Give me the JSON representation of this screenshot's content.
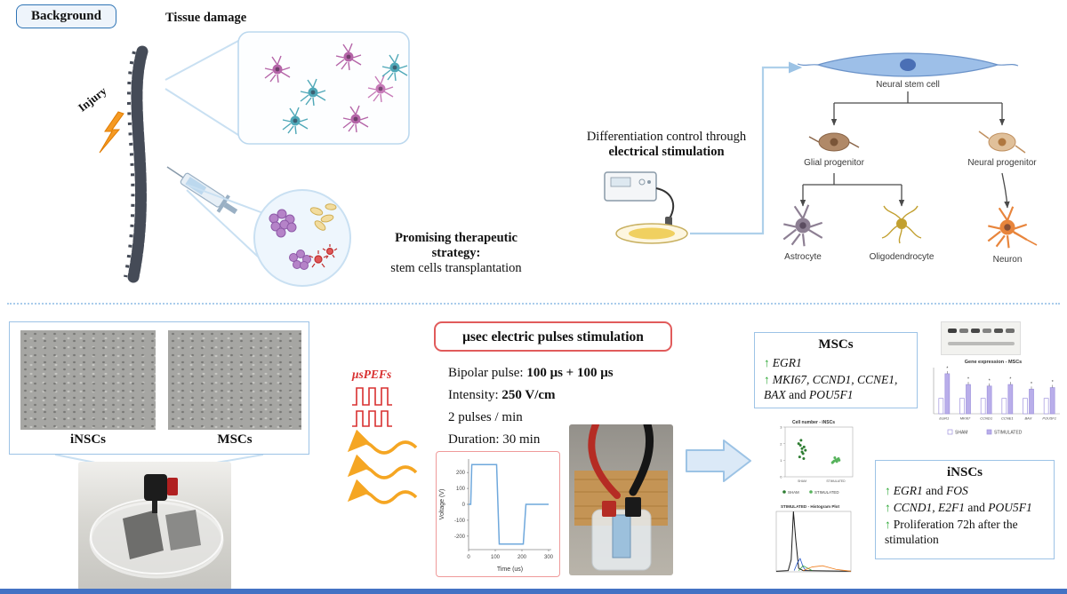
{
  "colors": {
    "panel_blue": "#9dc3e6",
    "accent_red": "#e15b5b",
    "pefs_red": "#d83030",
    "wave_orange": "#f5a623",
    "up_green": "#2ea836",
    "bottom_bar_blue": "#4472c4"
  },
  "background": {
    "badge": "Background",
    "tissue_damage_label": "Tissue damage",
    "injury_label": "Injury",
    "strategy_line1": "Promising therapeutic strategy:",
    "strategy_line2": "stem cells transplantation",
    "diff_line1": "Differentiation control through",
    "diff_line2": "electrical stimulation",
    "lineage": {
      "root": "Neural stem cell",
      "glial": "Glial progenitor",
      "neural": "Neural progenitor",
      "astrocyte": "Astrocyte",
      "oligodendrocyte": "Oligodendrocyte",
      "neuron": "Neuron"
    }
  },
  "cells_panel": {
    "insc_label": "iNSCs",
    "msc_label": "MSCs"
  },
  "stimulation": {
    "title": "μsec electric pulses stimulation",
    "pefs_label": "μsPEFs",
    "param1_label": "Bipolar pulse: ",
    "param1_value": "100 μs + 100 μs",
    "param2_label": "Intensity: ",
    "param2_value": "250 V/cm",
    "param3": "2 pulses / min",
    "param4": "Duration: 30 min"
  },
  "results": {
    "mscs": {
      "title": "MSCs",
      "line1_arrow": "↑",
      "line1_genes": "EGR1",
      "line2_arrow": "↑",
      "line2_genes_a": "MKI67, CCND1, CCNE1, BAX",
      "line2_and": " and ",
      "line2_genes_b": "POU5F1"
    },
    "inscs": {
      "title": "iNSCs",
      "line1_arrow": "↑",
      "line1_a": "EGR1",
      "line1_and": " and ",
      "line1_b": "FOS",
      "line2_arrow": "↑",
      "line2_a": "CCND1, E2F1",
      "line2_and": " and ",
      "line2_b": "POU5F1",
      "line3_arrow": "↑",
      "line3_text": "Proliferation 72h after the stimulation"
    }
  },
  "chart_data": [
    {
      "id": "pulse_waveform",
      "type": "line",
      "title": "",
      "xlabel": "Time (us)",
      "ylabel": "Voltage (V)",
      "x": [
        0,
        8,
        12,
        105,
        115,
        205,
        215,
        300
      ],
      "y": [
        0,
        0,
        250,
        250,
        -250,
        -250,
        0,
        0
      ],
      "xticks": [
        0,
        100,
        200,
        300
      ],
      "yticks": [
        -200,
        -100,
        0,
        100,
        200
      ],
      "xlim": [
        0,
        310
      ],
      "ylim": [
        -285,
        285
      ],
      "line_color": "#6fa8dc"
    },
    {
      "id": "gene_expression_mscs",
      "type": "bar",
      "title": "Gene expression - MSCs",
      "categories": [
        "EGR1",
        "MKI67",
        "CCND1",
        "CCNE1",
        "BAX",
        "POU5F1"
      ],
      "series": [
        {
          "name": "SHAM",
          "values": [
            1,
            1,
            1,
            1,
            1,
            1
          ]
        },
        {
          "name": "STIMULATED",
          "values": [
            2.6,
            1.9,
            1.8,
            1.9,
            1.6,
            1.7
          ]
        }
      ],
      "ylim": [
        0,
        3
      ],
      "bar_color": "#b9aeea",
      "bar_edge": "#9f93dd"
    },
    {
      "id": "cell_number_inscs",
      "type": "scatter",
      "title": "Cell number - iNSCs",
      "xlim": [
        0.5,
        2.5
      ],
      "ylim": [
        0,
        3
      ],
      "yticks": [
        0,
        1,
        2,
        3
      ],
      "series": [
        {
          "name": "SHAM",
          "color": "#2e7d32",
          "x": [
            0.93,
            1.0,
            1.06,
            0.9,
            1.1,
            0.97,
            1.03,
            0.95,
            1.05,
            1.0
          ],
          "y": [
            1.2,
            1.5,
            1.8,
            2.0,
            1.6,
            2.2,
            1.4,
            1.9,
            1.1,
            1.7
          ]
        },
        {
          "name": "STIMULATED",
          "color": "#57b35c",
          "x": [
            1.92,
            2.0,
            2.08,
            1.95,
            2.05,
            1.9,
            2.1,
            1.97,
            2.03,
            2.0
          ],
          "y": [
            0.9,
            1.0,
            1.1,
            0.95,
            1.05,
            0.85,
            1.0,
            1.15,
            0.92,
            1.02
          ]
        }
      ]
    },
    {
      "id": "stimulated_histogram",
      "type": "area",
      "title": "STIMULATED - Histogram Plot",
      "xlim": [
        0,
        100
      ],
      "ylim": [
        0,
        100
      ],
      "series": [
        {
          "name": "main",
          "color": "#1a1a1a",
          "x": [
            0,
            16,
            20,
            23,
            26,
            30,
            36,
            100
          ],
          "y": [
            1,
            2,
            20,
            100,
            55,
            6,
            2,
            1
          ]
        },
        {
          "name": "blue",
          "color": "#2255cc",
          "x": [
            24,
            28,
            32,
            36,
            40
          ],
          "y": [
            2,
            14,
            22,
            8,
            2
          ]
        },
        {
          "name": "green",
          "color": "#2e9e3a",
          "x": [
            30,
            36,
            42,
            48
          ],
          "y": [
            2,
            10,
            6,
            2
          ]
        },
        {
          "name": "orange",
          "color": "#f08020",
          "x": [
            36,
            48,
            62,
            80,
            100
          ],
          "y": [
            2,
            8,
            10,
            4,
            1
          ]
        }
      ]
    }
  ]
}
